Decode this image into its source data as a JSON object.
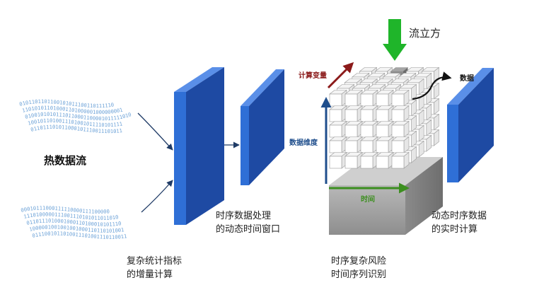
{
  "labels": {
    "hot_stream": "热数据流",
    "flow_cube": "流立方",
    "calc_var": "计算变量",
    "data_dim": "数据维度",
    "time_axis": "时间",
    "data_out": "数据",
    "incremental_1": "复杂统计指标",
    "incremental_2": "的增量计算",
    "window_1": "时序数据处理",
    "window_2": "的动态时间窗口",
    "risk_1": "时序复杂风险",
    "risk_2": "时间序列识别",
    "realtime_1": "动态时序数据",
    "realtime_2": "的实时计算"
  },
  "binary_stream_top": [
    "0101101101100101011100110111110",
    "110101011010001101000001000000001",
    "01001010101110110001100001011111010",
    "1001011010011101001011110101111",
    "011011101011000101110011101011"
  ],
  "binary_stream_bottom": [
    "00010111000111110000111100000",
    "1110100000111001110101011011010",
    "0110111010001000110100010101110",
    "1000001001001001000110110101001",
    "0111001011010011101001110110011"
  ],
  "colors": {
    "panel_front": "#2f6fd6",
    "panel_side": "#1e4aa3",
    "panel_top": "#5a8fe8",
    "arrow_red": "#8b1a1a",
    "arrow_blue": "#1f4e8c",
    "arrow_green": "#3c8f1f",
    "arrow_big_green": "#1fb52a",
    "binary_text": "#6ea3d8"
  }
}
